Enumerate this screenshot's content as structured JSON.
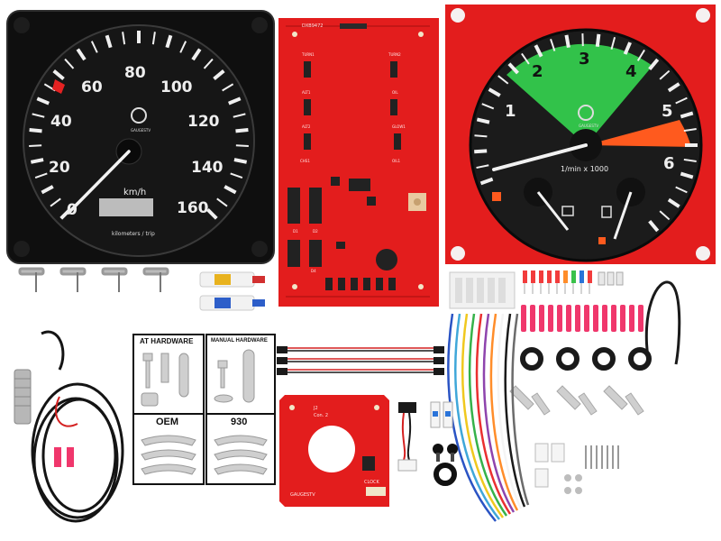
{
  "speedometer": {
    "numbers": [
      "0",
      "20",
      "40",
      "60",
      "80",
      "100",
      "120",
      "140",
      "160"
    ],
    "unit": "km/h",
    "odometer_label": "kilometers / trip",
    "logo_text": "GAUGESTV"
  },
  "tachometer": {
    "numbers": [
      "1",
      "2",
      "3",
      "4",
      "5",
      "6"
    ],
    "unit": "1/min x 1000",
    "logo_text": "GAUGESTV"
  },
  "pcb_large": {
    "part_id": "DXB9472",
    "labels": [
      "TURN1",
      "TURN2",
      "OIL",
      "ALT1",
      "ALT2",
      "GLOW1",
      "OIL1",
      "CHS1",
      "D4",
      "D1",
      "D2"
    ]
  },
  "hardware_cards": [
    {
      "title": "AT HARDWARE"
    },
    {
      "title": "MANUAL HARDWARE"
    },
    {
      "title": "OEM"
    },
    {
      "title": "930"
    }
  ],
  "small_pcb": {
    "connector_label": "Con. 2",
    "clock_label": "CLOCK",
    "logo_text": "GAUGESTV",
    "part_id": "J2"
  },
  "colors": {
    "pcb_red": "#e31d1d",
    "dial_black": "#141414",
    "tach_green": "#32c24a",
    "tach_red": "#ff5a1e"
  }
}
